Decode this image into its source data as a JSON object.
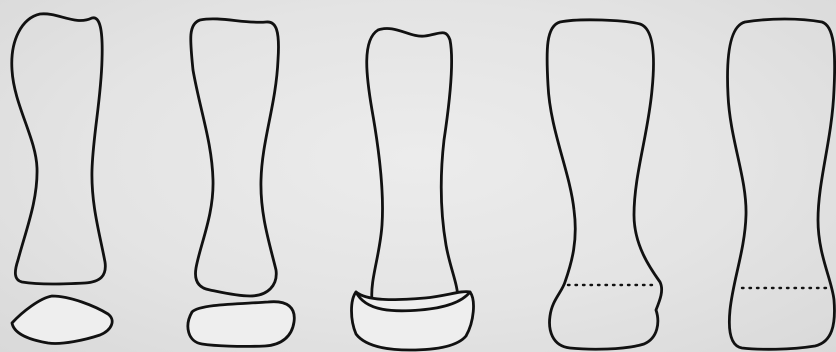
{
  "figure": {
    "stages": [
      {
        "id": "stage-1",
        "epiphysis": "separate-small"
      },
      {
        "id": "stage-2",
        "epiphysis": "separate-widening"
      },
      {
        "id": "stage-3",
        "epiphysis": "capping"
      },
      {
        "id": "stage-4",
        "epiphysis": "fusing"
      },
      {
        "id": "stage-5",
        "epiphysis": "fused"
      }
    ],
    "colors": {
      "background": "#e2e2e2",
      "outline": "#111111"
    }
  }
}
